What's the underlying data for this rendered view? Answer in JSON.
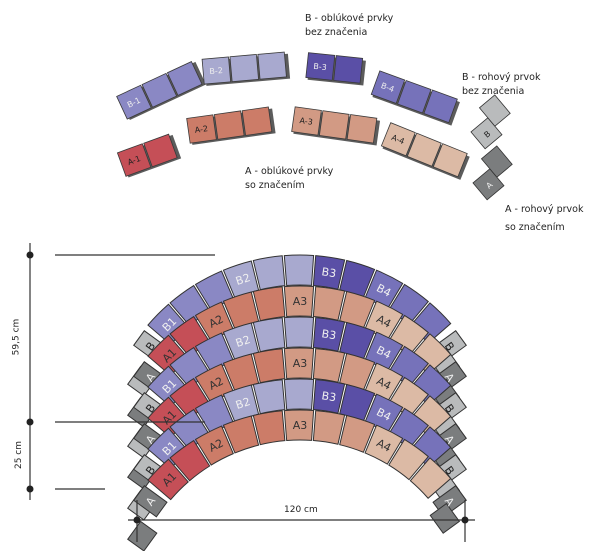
{
  "legend": {
    "b_arc": {
      "line1": "B - oblúkové prvky",
      "line2": "bez značenia"
    },
    "b_corner": {
      "line1": "B - rohový prvok",
      "line2": "bez značenia"
    },
    "a_arc": {
      "line1": "A - oblúkové prvky",
      "line2": "so značením"
    },
    "a_corner": {
      "line1": "A - rohový prvok",
      "line2": "so značením"
    }
  },
  "pieces": {
    "B1": {
      "label": "B-1",
      "tiles": 3,
      "color": "#8a88c4"
    },
    "B2": {
      "label": "B-2",
      "tiles": 3,
      "color": "#a8a9cf"
    },
    "B3": {
      "label": "B-3",
      "tiles": 2,
      "color": "#5a4fa6"
    },
    "B4": {
      "label": "B-4",
      "tiles": 3,
      "color": "#7672ba"
    },
    "A1": {
      "label": "A-1",
      "tiles": 2,
      "color": "#c54f57"
    },
    "A2": {
      "label": "A-2",
      "tiles": 3,
      "color": "#cc7c68"
    },
    "A3": {
      "label": "A-3",
      "tiles": 3,
      "color": "#d29a84"
    },
    "A4": {
      "label": "A-4",
      "tiles": 3,
      "color": "#dcbaa5"
    },
    "B": {
      "label": "B",
      "color": "#b9bbbc"
    },
    "A": {
      "label": "A",
      "color": "#7b7d7e"
    }
  },
  "layout_labels": {
    "B": [
      "B1",
      "B2",
      "B3",
      "B4"
    ],
    "A": [
      "A1",
      "A2",
      "A3",
      "A4"
    ],
    "corner_B": "B",
    "corner_A": "A"
  },
  "rows": [
    "B",
    "A",
    "B",
    "A",
    "B",
    "A"
  ],
  "dimensions": {
    "height_total": "59,5 cm",
    "height_row": "25 cm",
    "width": "120 cm"
  }
}
